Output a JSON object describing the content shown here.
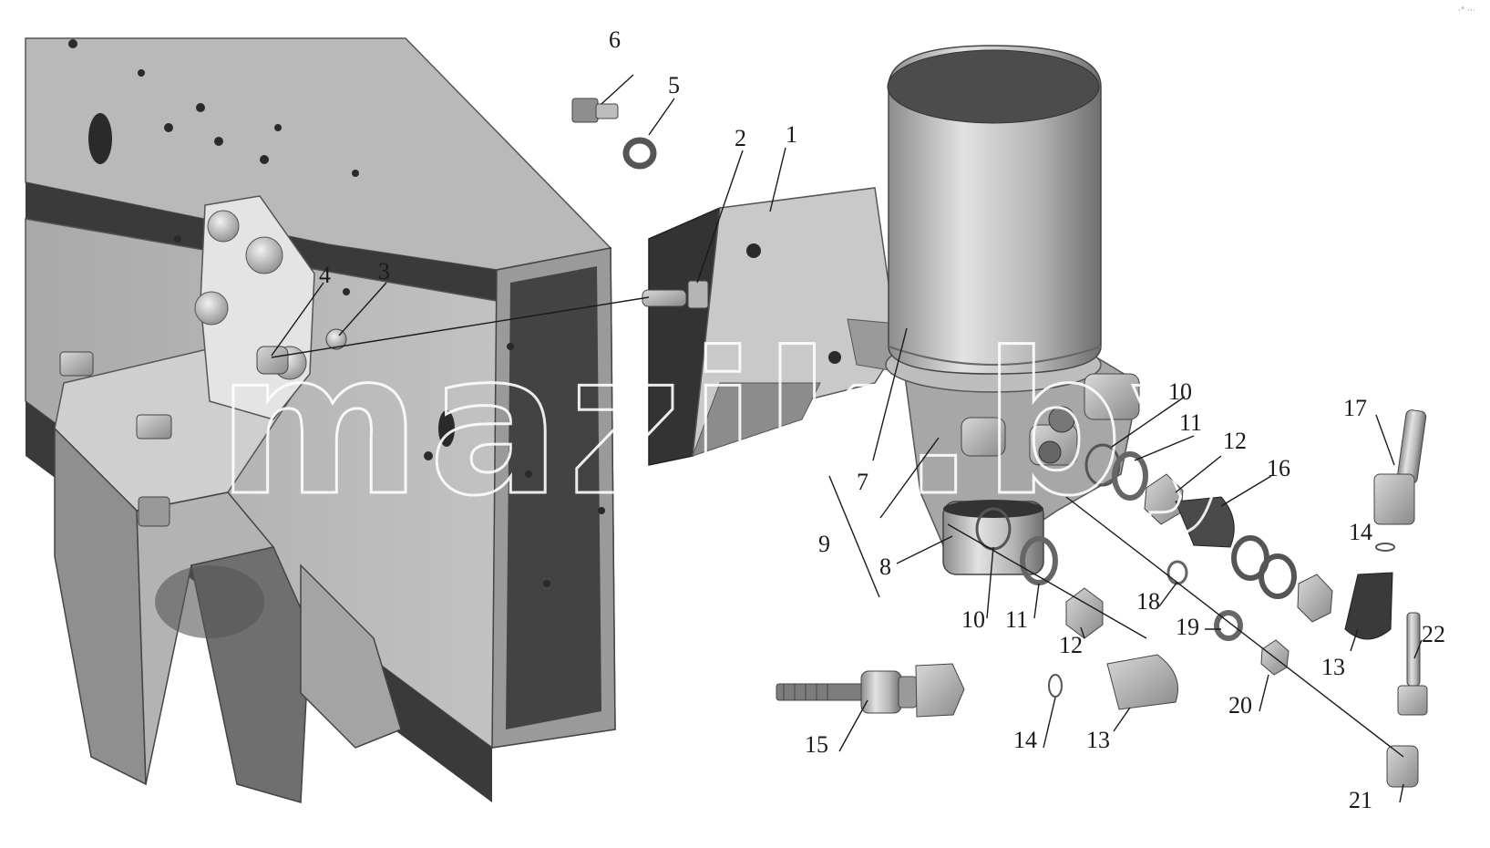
{
  "diagram": {
    "watermark": "mazik.by",
    "corner_mark": "·° ···",
    "callouts": [
      {
        "id": "c1",
        "text": "1"
      },
      {
        "id": "c2",
        "text": "2"
      },
      {
        "id": "c3",
        "text": "3"
      },
      {
        "id": "c4",
        "text": "4"
      },
      {
        "id": "c5",
        "text": "5"
      },
      {
        "id": "c6",
        "text": "6"
      },
      {
        "id": "c7",
        "text": "7"
      },
      {
        "id": "c8",
        "text": "8"
      },
      {
        "id": "c9",
        "text": "9"
      },
      {
        "id": "c10a",
        "text": "10"
      },
      {
        "id": "c10b",
        "text": "10"
      },
      {
        "id": "c11a",
        "text": "11"
      },
      {
        "id": "c11b",
        "text": "11"
      },
      {
        "id": "c12a",
        "text": "12"
      },
      {
        "id": "c12b",
        "text": "12"
      },
      {
        "id": "c13a",
        "text": "13"
      },
      {
        "id": "c13b",
        "text": "13"
      },
      {
        "id": "c14a",
        "text": "14"
      },
      {
        "id": "c14b",
        "text": "14"
      },
      {
        "id": "c15",
        "text": "15"
      },
      {
        "id": "c16",
        "text": "16"
      },
      {
        "id": "c17",
        "text": "17"
      },
      {
        "id": "c18",
        "text": "18"
      },
      {
        "id": "c19",
        "text": "19"
      },
      {
        "id": "c20",
        "text": "20"
      },
      {
        "id": "c21",
        "text": "21"
      },
      {
        "id": "c22",
        "text": "22"
      }
    ]
  }
}
